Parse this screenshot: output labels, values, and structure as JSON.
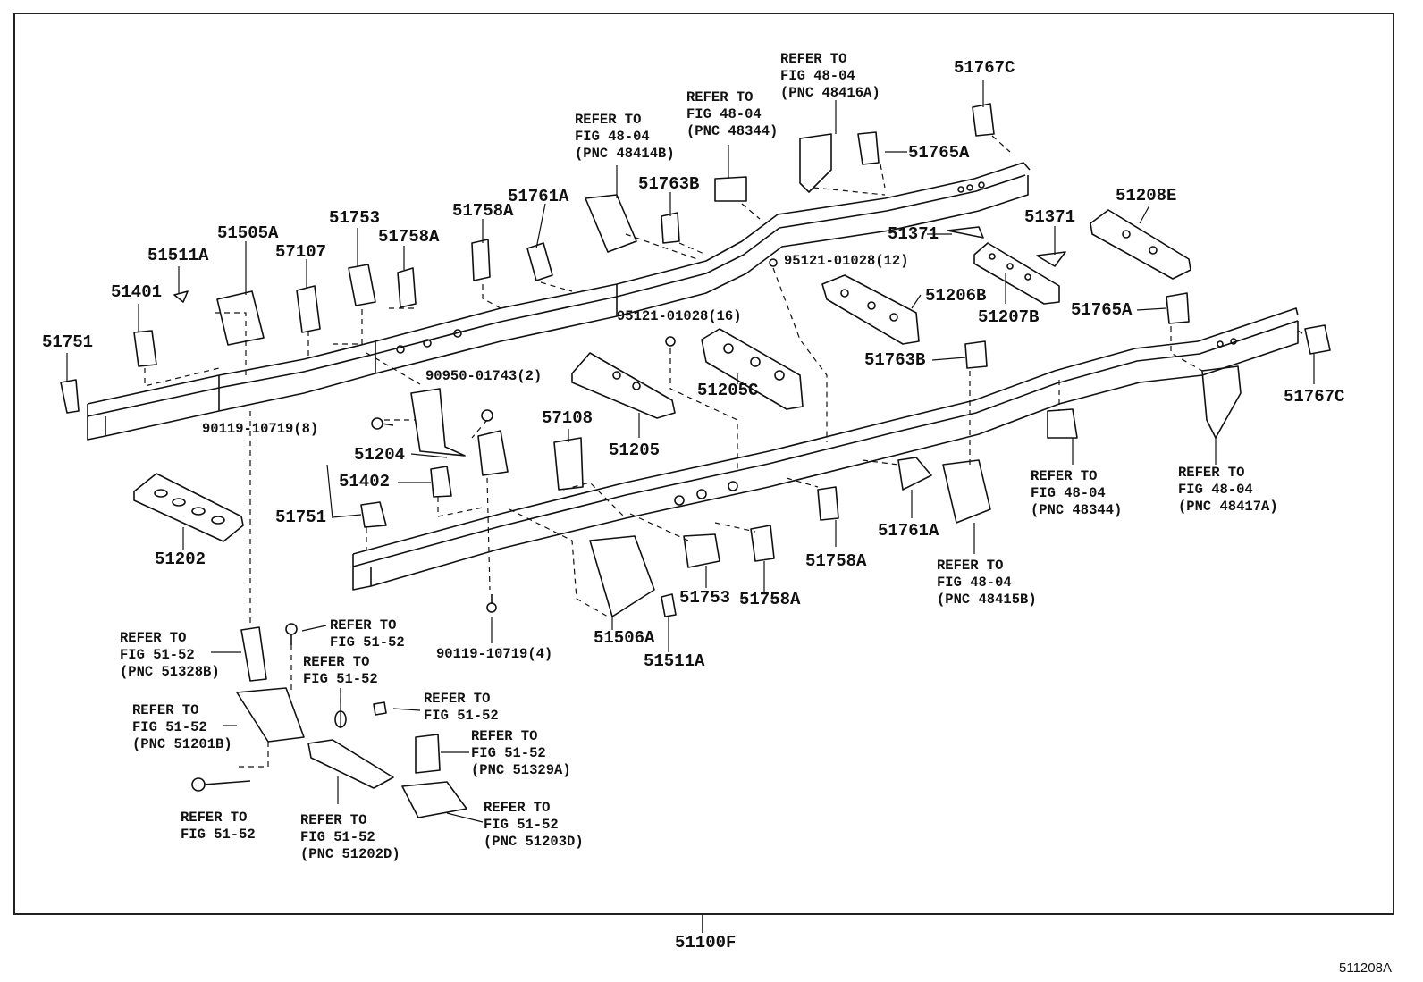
{
  "drawing_number": "511208A",
  "assembly_part": "51100F",
  "part_labels": [
    {
      "id": "p51767c_top",
      "text": "51767C"
    },
    {
      "id": "p51765a_top",
      "text": "51765A"
    },
    {
      "id": "p51763b_top",
      "text": "51763B"
    },
    {
      "id": "p51761a_top",
      "text": "51761A"
    },
    {
      "id": "p51758a_top",
      "text": "51758A"
    },
    {
      "id": "p51758a_top2",
      "text": "51758A"
    },
    {
      "id": "p51753_top",
      "text": "51753"
    },
    {
      "id": "p51505a",
      "text": "51505A"
    },
    {
      "id": "p57107",
      "text": "57107"
    },
    {
      "id": "p51511a_top",
      "text": "51511A"
    },
    {
      "id": "p51401",
      "text": "51401"
    },
    {
      "id": "p51751_top",
      "text": "51751"
    },
    {
      "id": "p51208e",
      "text": "51208E"
    },
    {
      "id": "p51371_a",
      "text": "51371"
    },
    {
      "id": "p51371_b",
      "text": "51371"
    },
    {
      "id": "p51206b",
      "text": "51206B"
    },
    {
      "id": "p51207b",
      "text": "51207B"
    },
    {
      "id": "p51765a_right",
      "text": "51765A"
    },
    {
      "id": "p51763b_mid",
      "text": "51763B"
    },
    {
      "id": "p51767c_right",
      "text": "51767C"
    },
    {
      "id": "p51205c",
      "text": "51205C"
    },
    {
      "id": "p51205",
      "text": "51205"
    },
    {
      "id": "p57108",
      "text": "57108"
    },
    {
      "id": "p51204",
      "text": "51204"
    },
    {
      "id": "p51402",
      "text": "51402"
    },
    {
      "id": "p51751_mid",
      "text": "51751"
    },
    {
      "id": "p51202",
      "text": "51202"
    },
    {
      "id": "p51758a_bot",
      "text": "51758A"
    },
    {
      "id": "p51761a_bot",
      "text": "51761A"
    },
    {
      "id": "p51753_bot",
      "text": "51753"
    },
    {
      "id": "p51758a_bot2",
      "text": "51758A"
    },
    {
      "id": "p51506a",
      "text": "51506A"
    },
    {
      "id": "p51511a_bot",
      "text": "51511A"
    }
  ],
  "fastener_labels": [
    {
      "id": "f95121_12",
      "text": "95121-01028(12)"
    },
    {
      "id": "f95121_16",
      "text": "95121-01028(16)"
    },
    {
      "id": "f90950",
      "text": "90950-01743(2)"
    },
    {
      "id": "f90119_8",
      "text": "90119-10719(8)"
    },
    {
      "id": "f90119_4",
      "text": "90119-10719(4)"
    }
  ],
  "references": [
    {
      "id": "r48416a",
      "lines": [
        "REFER TO",
        "FIG 48-04",
        "(PNC 48416A)"
      ]
    },
    {
      "id": "r48344_top",
      "lines": [
        "REFER TO",
        "FIG 48-04",
        "(PNC 48344)"
      ]
    },
    {
      "id": "r48414b",
      "lines": [
        "REFER TO",
        "FIG 48-04",
        "(PNC 48414B)"
      ]
    },
    {
      "id": "r48344_bot",
      "lines": [
        "REFER TO",
        "FIG 48-04",
        "(PNC 48344)"
      ]
    },
    {
      "id": "r48417a",
      "lines": [
        "REFER TO",
        "FIG 48-04",
        "(PNC 48417A)"
      ]
    },
    {
      "id": "r48415b",
      "lines": [
        "REFER TO",
        "FIG 48-04",
        "(PNC 48415B)"
      ]
    },
    {
      "id": "r51328b",
      "lines": [
        "REFER TO",
        "FIG 51-52",
        "(PNC 51328B)"
      ]
    },
    {
      "id": "r5152_bolt_top",
      "lines": [
        "REFER TO",
        "FIG 51-52"
      ]
    },
    {
      "id": "r5152_washer",
      "lines": [
        "REFER TO",
        "FIG 51-52"
      ]
    },
    {
      "id": "r5152_nut",
      "lines": [
        "REFER TO",
        "FIG 51-52"
      ]
    },
    {
      "id": "r51201b",
      "lines": [
        "REFER TO",
        "FIG 51-52",
        "(PNC 51201B)"
      ]
    },
    {
      "id": "r51329a",
      "lines": [
        "REFER TO",
        "FIG 51-52",
        "(PNC 51329A)"
      ]
    },
    {
      "id": "r5152_bolt_bot",
      "lines": [
        "REFER TO",
        "FIG 51-52"
      ]
    },
    {
      "id": "r51202d",
      "lines": [
        "REFER TO",
        "FIG 51-52",
        "(PNC 51202D)"
      ]
    },
    {
      "id": "r51203d",
      "lines": [
        "REFER TO",
        "FIG 51-52",
        "(PNC 51203D)"
      ]
    }
  ]
}
